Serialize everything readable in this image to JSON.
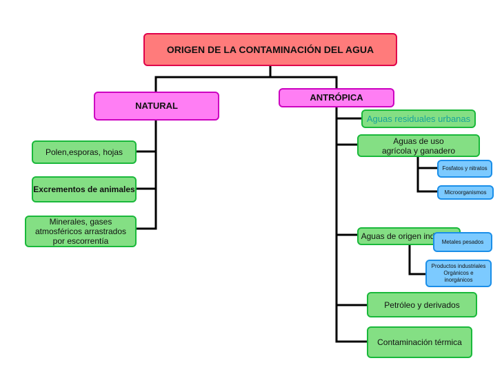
{
  "diagram": {
    "root": "ORIGEN DE LA CONTAMINACIÓN DEL AGUA",
    "natural": {
      "label": "NATURAL",
      "items": [
        "Polen,esporas, hojas",
        "Excrementos de animales",
        "Minerales, gases atmosféricos arrastrados por escorrentía"
      ]
    },
    "antropica": {
      "label": "ANTRÓPICA",
      "items": {
        "urbanas": "Aguas residuales urbanas",
        "agricola": "Aguas de uso agrícola y ganadero",
        "fosfatos": "Fosfatos y nitratos",
        "microorganismos": "Microorganismos",
        "industrial": "Aguas de origen industrial",
        "metales": "Metales pesados",
        "productos": "Productos industriales Orgánicos e inorgánicos",
        "petroleo": "Petróleo y derivados",
        "termica": "Contaminación térmica"
      }
    },
    "colors": {
      "root": "#ff7b7b",
      "category": "#ff7ef4",
      "leaf": "#84df84",
      "sub": "#7ccaff",
      "connector": "#000000"
    }
  }
}
